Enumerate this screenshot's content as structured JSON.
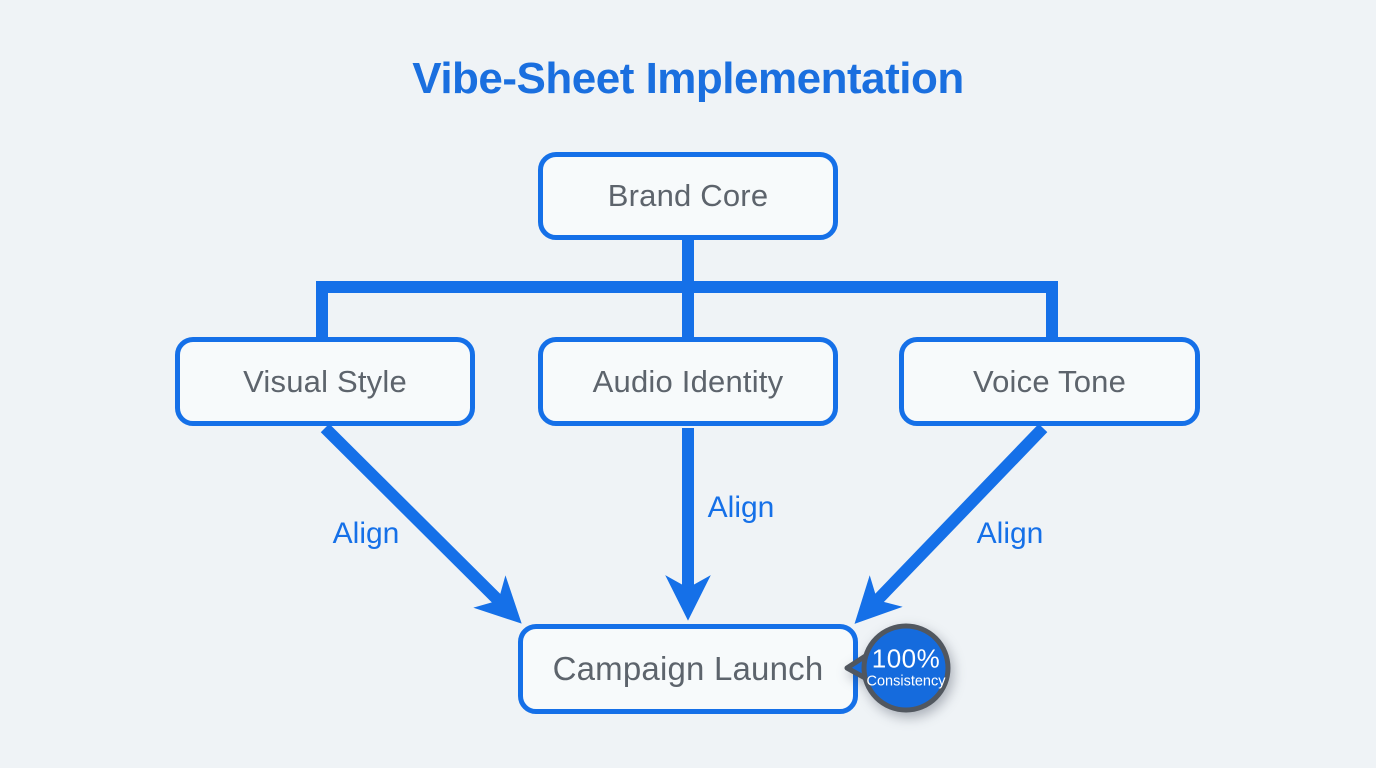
{
  "title": "Vibe-Sheet Implementation",
  "nodes": {
    "brand_core": {
      "label": "Brand Core"
    },
    "visual_style": {
      "label": "Visual Style"
    },
    "audio_identity": {
      "label": "Audio Identity"
    },
    "voice_tone": {
      "label": "Voice Tone"
    },
    "campaign_launch": {
      "label": "Campaign Launch"
    }
  },
  "edges": {
    "align_left": {
      "label": "Align"
    },
    "align_center": {
      "label": "Align"
    },
    "align_right": {
      "label": "Align"
    }
  },
  "badge": {
    "value": "100%",
    "label": "Consistency"
  },
  "colors": {
    "accent_blue": "#1570e8",
    "title_blue": "#1a6fdf",
    "node_text_gray": "#5d646c",
    "badge_fill": "#156bdd",
    "badge_ring": "#51575f",
    "background": "#eff3f6",
    "node_fill": "#f7fafb"
  }
}
